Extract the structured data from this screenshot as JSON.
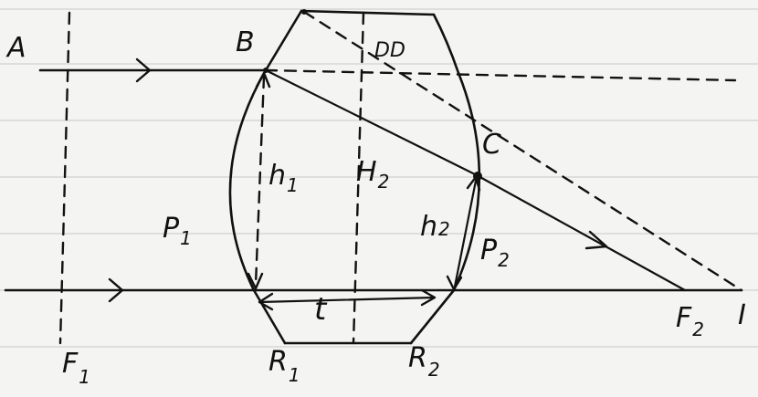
{
  "labels": {
    "A": "A",
    "B": "B",
    "C": "C",
    "D": "DD",
    "H1": "h",
    "H1_sub": "1",
    "H2": "H",
    "H2_sub": "2",
    "h2": "h",
    "h2_sub": "2",
    "P1": "P",
    "P1_sub": "1",
    "P2": "P",
    "P2_sub": "2",
    "t": "t",
    "F1": "F",
    "F1_sub": "1",
    "F2": "F",
    "F2_sub": "2",
    "R1": "R",
    "R1_sub": "1",
    "R2": "R",
    "R2_sub": "2",
    "I": "I"
  }
}
